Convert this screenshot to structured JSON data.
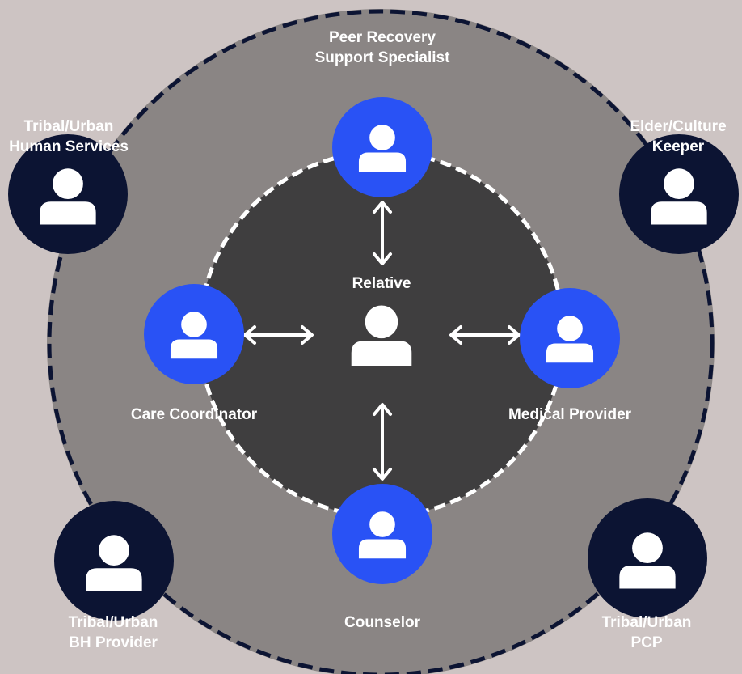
{
  "center": {
    "label": "Relative"
  },
  "inner_team": [
    {
      "label": "Peer Recovery\nSupport Specialist"
    },
    {
      "label": "Care Coordinator"
    },
    {
      "label": "Medical Provider"
    },
    {
      "label": "Counselor"
    }
  ],
  "outer_team": [
    {
      "label": "Tribal/Urban\nHuman Services"
    },
    {
      "label": "Elder/Culture\nKeeper"
    },
    {
      "label": "Tribal/Urban\nBH Provider"
    },
    {
      "label": "Tribal/Urban\nPCP"
    }
  ],
  "colors": {
    "background": "#cdc4c3",
    "outer_ring": "#8a8584",
    "inner_circle": "#3f3e3f",
    "inner_node": "#2952f5",
    "outer_node": "#0c1433",
    "dashes_outer": "#0c1433",
    "dashes_inner": "#ffffff",
    "icon": "#ffffff"
  },
  "icons": {
    "person": "person-icon",
    "arrow": "double-arrow-icon"
  }
}
